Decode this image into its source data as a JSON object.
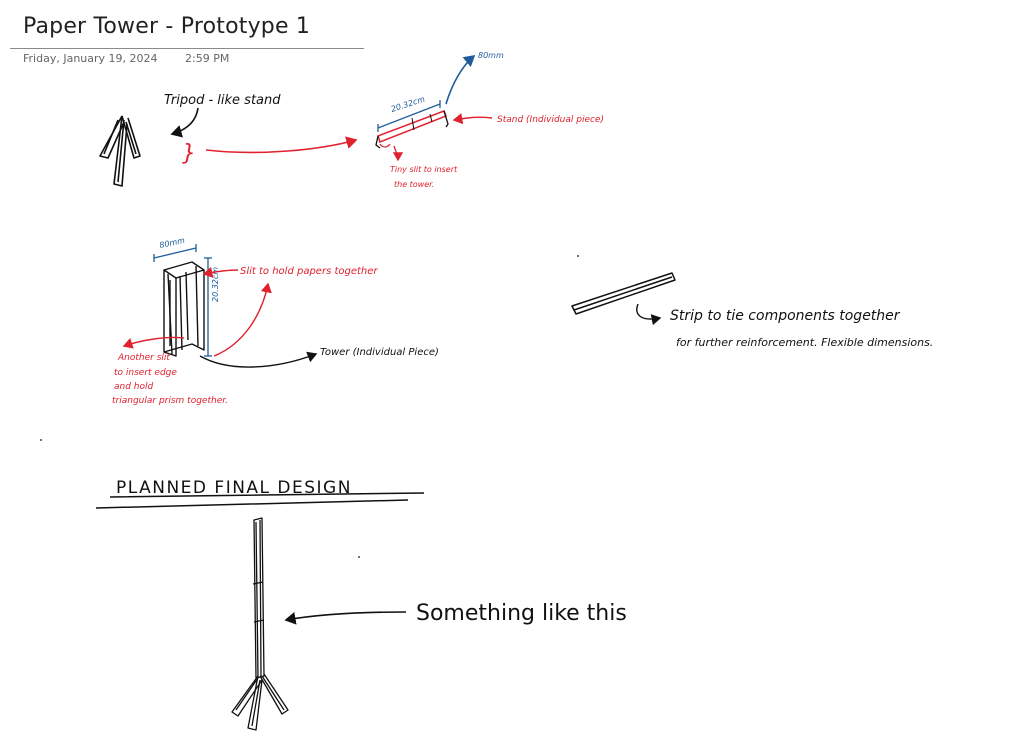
{
  "page": {
    "title": "Paper Tower - Prototype 1",
    "date": "Friday, January 19, 2024",
    "time": "2:59 PM"
  },
  "colors": {
    "black_ink": "#111111",
    "red_ink": "#e0212e",
    "blue_ink": "#1f5c99",
    "title_rule": "#8a8a8a",
    "meta_text": "#666666"
  },
  "annotations": {
    "tripod_label": "Tripod - like stand",
    "brace_symbol": "}",
    "stand_length": "20.32cm",
    "stand_height": "80mm",
    "stand_label": "Stand (Individual piece)",
    "stand_slit_line1": "Tiny slit to insert",
    "stand_slit_line2": "the tower.",
    "tower_width": "80mm",
    "tower_height": "20.32cm",
    "tower_slit_label": "Slit to hold papers together",
    "tower_label": "Tower (Individual Piece)",
    "tower_edge_line1": "Another slit",
    "tower_edge_line2": "to insert edge",
    "tower_edge_line3": "and hold",
    "tower_edge_line4": "triangular prism together.",
    "strip_line1": "Strip to tie components together",
    "strip_line2": "for further reinforcement. Flexible dimensions.",
    "final_heading": "PLANNED FINAL DESIGN",
    "final_caption": "Something like this"
  }
}
